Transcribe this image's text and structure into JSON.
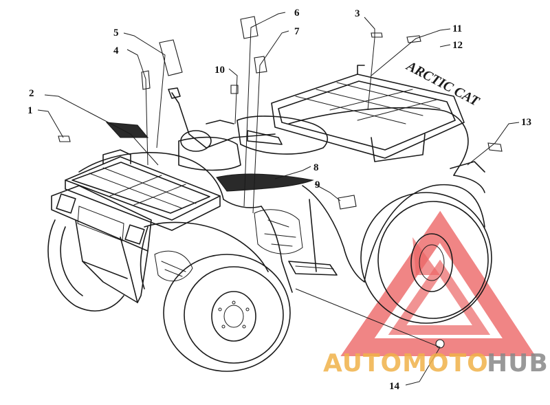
{
  "diagram": {
    "callouts": [
      {
        "id": "c1",
        "label": "1"
      },
      {
        "id": "c2",
        "label": "2"
      },
      {
        "id": "c3",
        "label": "3"
      },
      {
        "id": "c4",
        "label": "4"
      },
      {
        "id": "c5",
        "label": "5"
      },
      {
        "id": "c6",
        "label": "6"
      },
      {
        "id": "c7",
        "label": "7"
      },
      {
        "id": "c8",
        "label": "8"
      },
      {
        "id": "c9",
        "label": "9"
      },
      {
        "id": "c10",
        "label": "10"
      },
      {
        "id": "c11",
        "label": "11"
      },
      {
        "id": "c12",
        "label": "12"
      },
      {
        "id": "c13",
        "label": "13"
      },
      {
        "id": "c14",
        "label": "14"
      }
    ],
    "decal_lettering": "ARCTIC CAT"
  },
  "watermark": {
    "part1": "AUTOMOTO",
    "part2": "HUB",
    "color_logo": "#e84c4c",
    "color_part1": "#f0b24a",
    "color_part2": "#888888"
  },
  "colors": {
    "ink": "#1a1a1a",
    "background": "#ffffff"
  }
}
